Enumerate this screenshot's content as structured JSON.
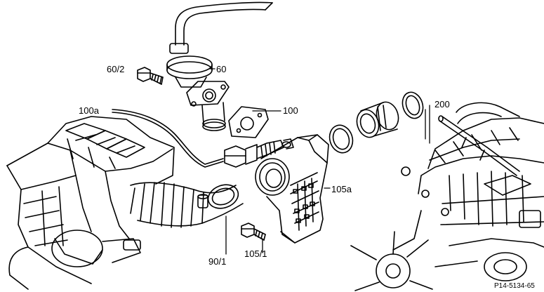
{
  "labels": {
    "l60_2": "60/2",
    "l60": "60",
    "l100a": "100a",
    "l100": "100",
    "l200": "200",
    "l105a": "105a",
    "l90_1": "90/1",
    "l105_1": "105/1"
  },
  "reference": "P14-5134-65",
  "colors": {
    "ink": "#000000",
    "paper": "#ffffff"
  }
}
